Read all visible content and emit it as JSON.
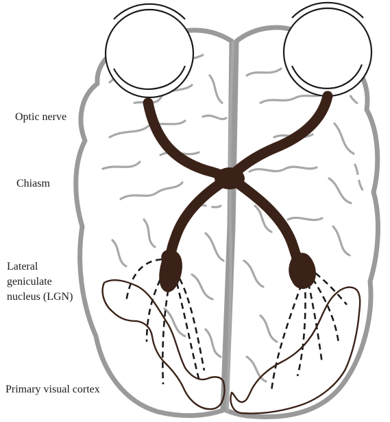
{
  "diagram": {
    "labels": {
      "optic_nerve": "Optic nerve",
      "chiasm": "Chiasm",
      "lgn_line1": "Lateral",
      "lgn_line2": "geniculate",
      "lgn_line3": "nucleus (LGN)",
      "v1": "Primary visual cortex"
    },
    "colors": {
      "brain_outline": "#9a9a9a",
      "pathway": "#3a2218",
      "ink": "#1a1a1a"
    }
  }
}
